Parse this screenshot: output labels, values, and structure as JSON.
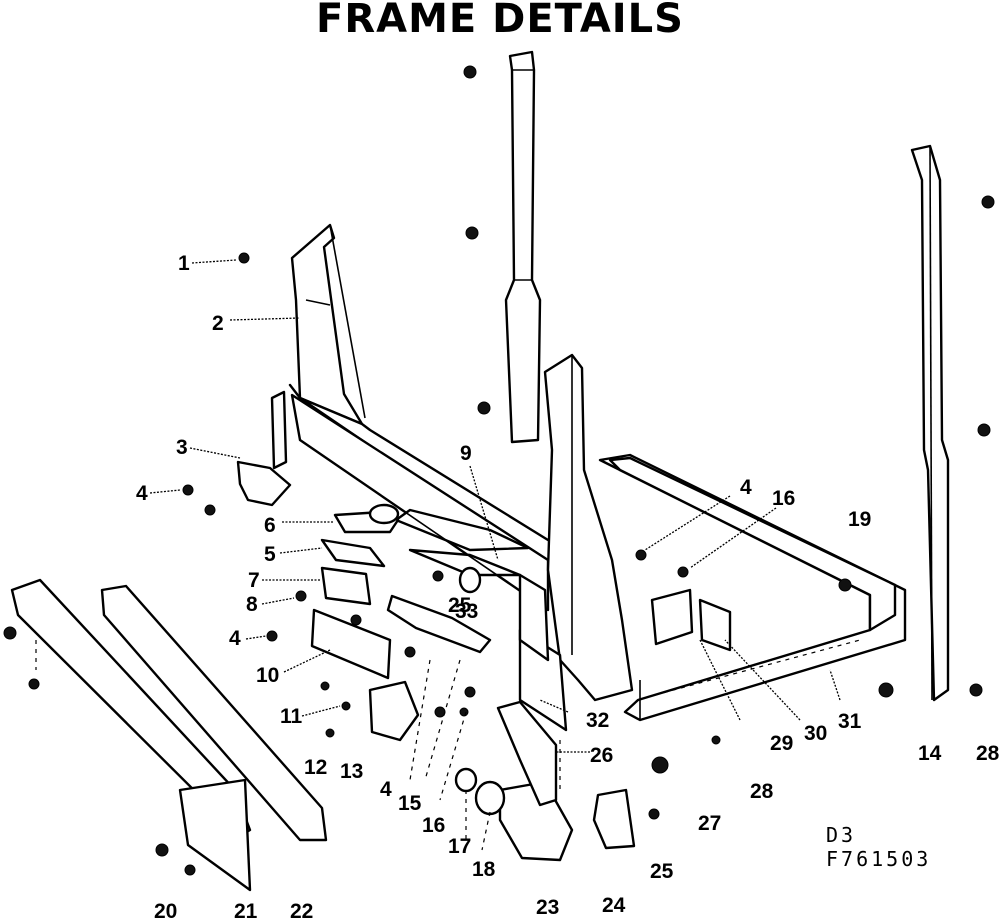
{
  "title": "FRAME DETAILS",
  "drawing_code": {
    "line1": "D3",
    "line2": "F761503"
  },
  "callouts": [
    {
      "id": "c1",
      "text": "1"
    },
    {
      "id": "c2",
      "text": "2"
    },
    {
      "id": "c3",
      "text": "3"
    },
    {
      "id": "c4a",
      "text": "4"
    },
    {
      "id": "c6",
      "text": "6"
    },
    {
      "id": "c5",
      "text": "5"
    },
    {
      "id": "c7",
      "text": "7"
    },
    {
      "id": "c8",
      "text": "8"
    },
    {
      "id": "c4b",
      "text": "4"
    },
    {
      "id": "c10",
      "text": "10"
    },
    {
      "id": "c11",
      "text": "11"
    },
    {
      "id": "c12",
      "text": "12"
    },
    {
      "id": "c13",
      "text": "13"
    },
    {
      "id": "c4c",
      "text": "4"
    },
    {
      "id": "c15",
      "text": "15"
    },
    {
      "id": "c16a",
      "text": "16"
    },
    {
      "id": "c17",
      "text": "17"
    },
    {
      "id": "c18",
      "text": "18"
    },
    {
      "id": "c9",
      "text": "9"
    },
    {
      "id": "c25a",
      "text": "25"
    },
    {
      "id": "c33",
      "text": "33"
    },
    {
      "id": "c32",
      "text": "32"
    },
    {
      "id": "c26",
      "text": "26"
    },
    {
      "id": "c23",
      "text": "23"
    },
    {
      "id": "c24",
      "text": "24"
    },
    {
      "id": "c25b",
      "text": "25"
    },
    {
      "id": "c27",
      "text": "27"
    },
    {
      "id": "c28a",
      "text": "28"
    },
    {
      "id": "c4d",
      "text": "4"
    },
    {
      "id": "c16b",
      "text": "16"
    },
    {
      "id": "c19",
      "text": "19"
    },
    {
      "id": "c29",
      "text": "29"
    },
    {
      "id": "c30",
      "text": "30"
    },
    {
      "id": "c31",
      "text": "31"
    },
    {
      "id": "c14",
      "text": "14"
    },
    {
      "id": "c28b",
      "text": "28"
    },
    {
      "id": "c20",
      "text": "20"
    },
    {
      "id": "c21",
      "text": "21"
    },
    {
      "id": "c22",
      "text": "22"
    }
  ]
}
